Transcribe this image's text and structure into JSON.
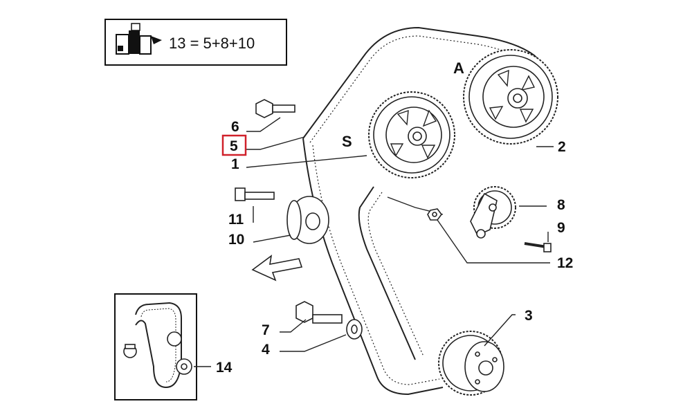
{
  "kit_box": {
    "formula": "13 = 5+8+10",
    "icon": "parts-kit-icon"
  },
  "labels": {
    "l1": "1",
    "l2": "2",
    "l3": "3",
    "l4": "4",
    "l5": "5",
    "l6": "6",
    "l7": "7",
    "l8": "8",
    "l9": "9",
    "l10": "10",
    "l11": "11",
    "l12": "12",
    "l14": "14"
  },
  "pulley_letters": {
    "s": "S",
    "a": "A"
  },
  "highlight_color": "#d0202a",
  "icons": {
    "direction": "arrow-direction-icon",
    "inset": "timing-belt-kit-inset"
  }
}
